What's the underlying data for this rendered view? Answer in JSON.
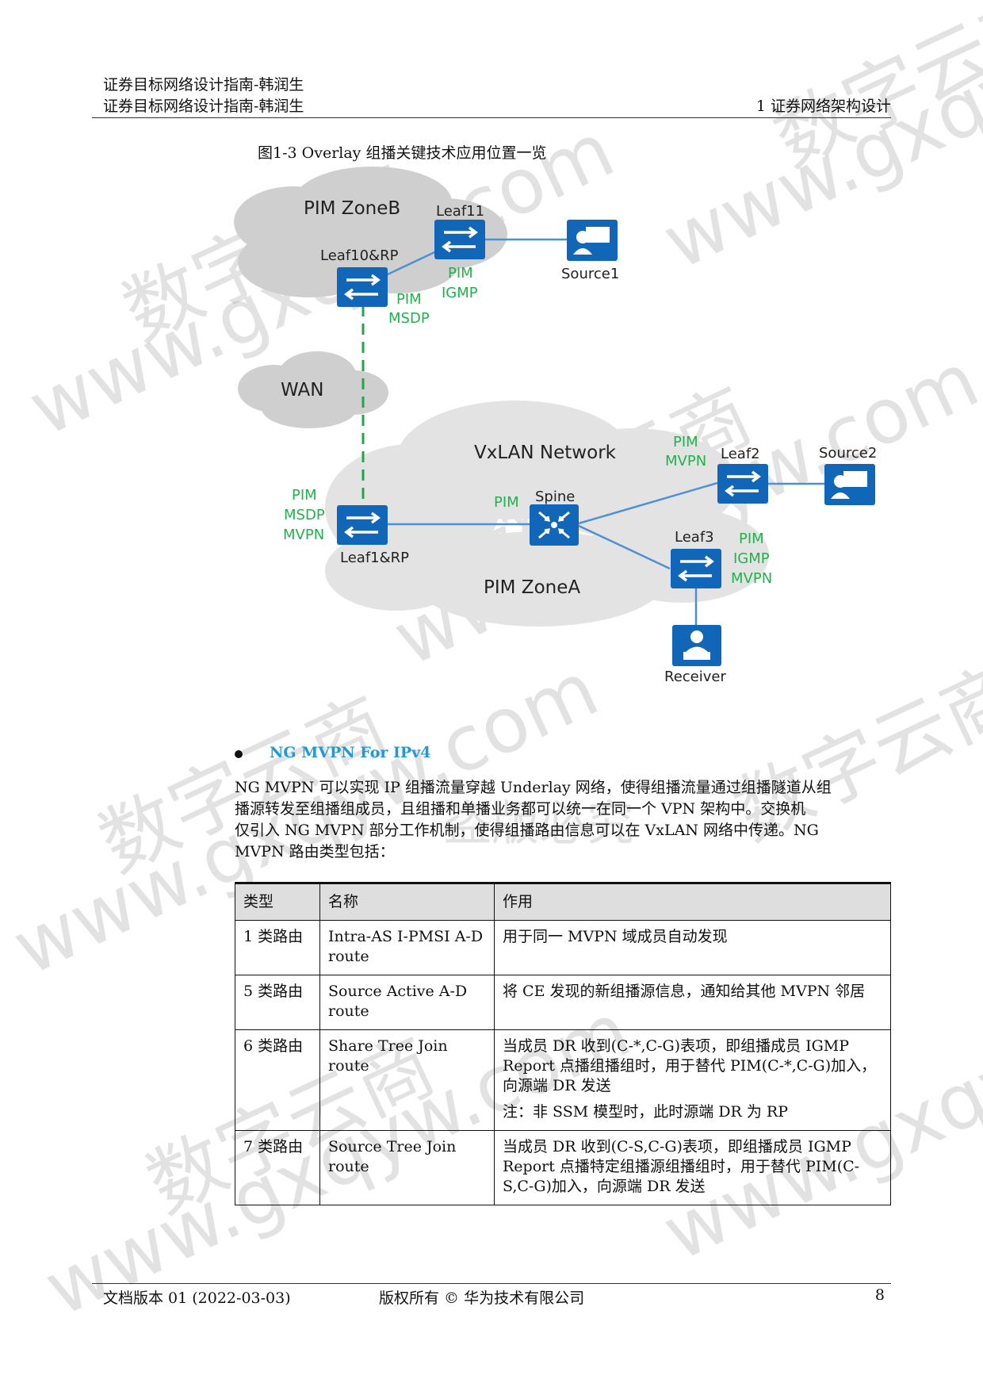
{
  "header": {
    "left_line1": "证券目标网络设计指南-韩润生",
    "left_line2": "证券目标网络设计指南-韩润生",
    "right": "1  证券网络架构设计"
  },
  "figure": {
    "caption": "图1-3  Overlay 组播关键技术应用位置一览",
    "clouds": {
      "zone_b": "PIM ZoneB",
      "wan": "WAN",
      "vxlan": "VxLAN Network",
      "zone_a": "PIM ZoneA"
    },
    "nodes": {
      "leaf11": "Leaf11",
      "leaf10": "Leaf10&RP",
      "source1": "Source1",
      "leaf2": "Leaf2",
      "source2": "Source2",
      "spine": "Spine",
      "leaf1": "Leaf1&RP",
      "leaf3": "Leaf3",
      "receiver": "Receiver"
    },
    "protocols": {
      "leaf11_pim": "PIM",
      "leaf11_igmp": "IGMP",
      "leaf10_pim": "PIM",
      "leaf10_msdp": "MSDP",
      "leaf2_pim": "PIM",
      "leaf2_mvpn": "MVPN",
      "spine_pim": "PIM",
      "leaf1_pim": "PIM",
      "leaf1_msdp": "MSDP",
      "leaf1_mvpn": "MVPN",
      "leaf3_pim": "PIM",
      "leaf3_igmp": "IGMP",
      "leaf3_mvpn": "MVPN"
    }
  },
  "section": {
    "title": "NG MVPN For IPv4",
    "paragraph_lines": [
      "NG MVPN 可以实现 IP 组播流量穿越 Underlay 网络，使得组播流量通过组播隧道从组",
      "播源转发至组播组成员，且组播和单播业务都可以统一在同一个 VPN 架构中。交换机",
      "仅引入 NG MVPN 部分工作机制，使得组播路由信息可以在 VxLAN 网络中传递。NG",
      "MVPN 路由类型包括："
    ]
  },
  "table": {
    "headers": [
      "类型",
      "名称",
      "作用"
    ],
    "rows": [
      {
        "type": "1 类路由",
        "name": "Intra-AS I-PMSI A-D route",
        "role": "用于同一 MVPN 域成员自动发现",
        "note": ""
      },
      {
        "type": "5 类路由",
        "name": "Source Active A-D route",
        "role": "将 CE 发现的新组播源信息，通知给其他 MVPN 邻居",
        "note": ""
      },
      {
        "type": "6 类路由",
        "name": "Share Tree Join route",
        "role": "当成员 DR 收到(C-*,C-G)表项，即组播成员 IGMP Report 点播组播组时，用于替代 PIM(C-*,C-G)加入，向源端 DR 发送",
        "note": "注：非 SSM 模型时，此时源端 DR 为 RP"
      },
      {
        "type": "7 类路由",
        "name": "Source Tree Join route",
        "role": "当成员 DR 收到(C-S,C-G)表项，即组播成员 IGMP Report 点播特定组播源组播组时，用于替代 PIM(C-S,C-G)加入，向源端 DR 发送",
        "note": ""
      }
    ]
  },
  "footer": {
    "left": "文档版本 01 (2022-03-03)",
    "center": "版权所有 © 华为技术有限公司",
    "right": "8"
  },
  "watermarks": {
    "cn": "数字云商",
    "url": "www.gxqyw.com",
    "center": "盗版必究"
  },
  "colors": {
    "device_blue": "#1166b8",
    "protocol_green": "#22b24c",
    "link_blue": "#4f8fd4",
    "section_blue": "#1f9ad6",
    "cloud_gray": "#d0d0d0"
  }
}
